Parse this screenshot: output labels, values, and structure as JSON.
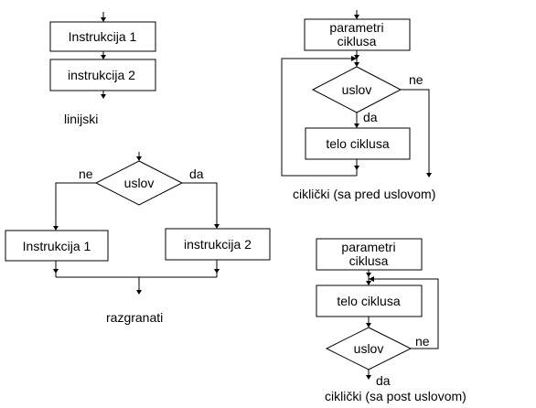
{
  "linear": {
    "instruction1": "Instrukcija 1",
    "instruction2": "instrukcija 2",
    "caption": "linijski"
  },
  "branch": {
    "condition": "uslov",
    "no_label": "ne",
    "yes_label": "da",
    "left_instruction": "Instrukcija 1",
    "right_instruction": "instrukcija 2",
    "caption": "razgranati"
  },
  "pre_loop": {
    "params_line1": "parametri",
    "params_line2": "ciklusa",
    "condition": "uslov",
    "no_label": "ne",
    "yes_label": "da",
    "body": "telo ciklusa",
    "caption": "ciklički (sa pred uslovom)"
  },
  "post_loop": {
    "params_line1": "parametri",
    "params_line2": "ciklusa",
    "body": "telo ciklusa",
    "condition": "uslov",
    "no_label": "ne",
    "yes_label": "da",
    "caption": "ciklički (sa post uslovom)"
  }
}
